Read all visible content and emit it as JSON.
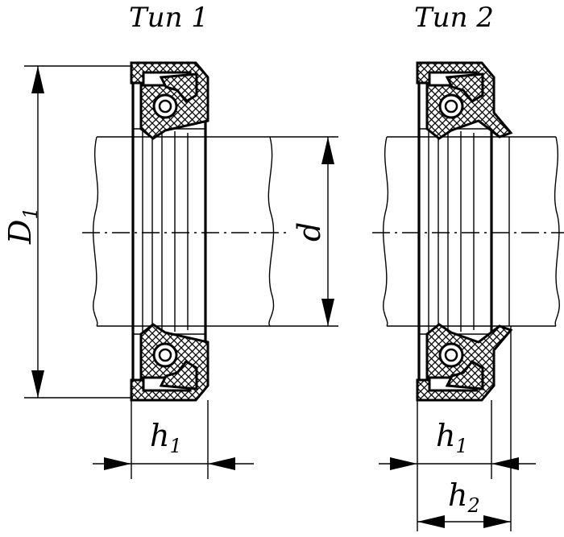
{
  "titles": {
    "type1": "Тип 1",
    "type2": "Тип 2"
  },
  "labels": {
    "D": "D",
    "D_sub": "1",
    "d": "d",
    "h": "h",
    "h1_sub": "1",
    "h2_sub": "2"
  }
}
